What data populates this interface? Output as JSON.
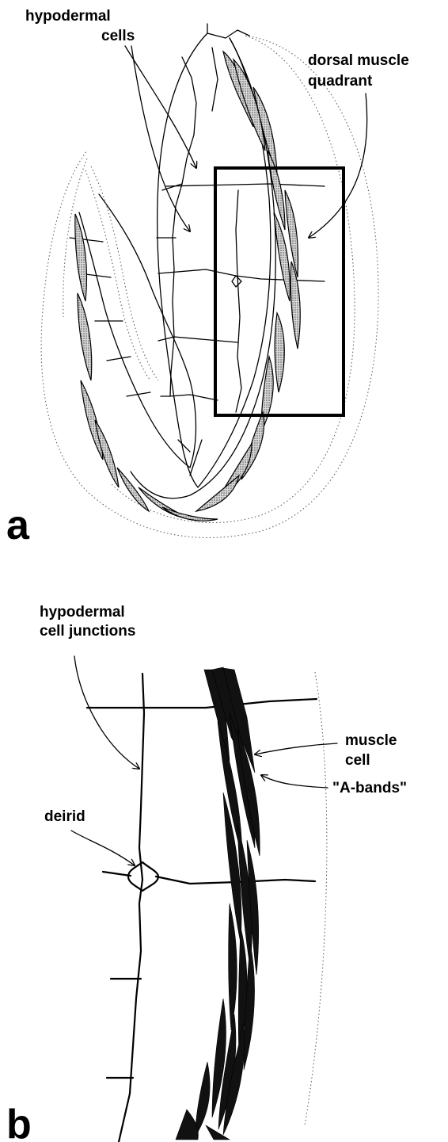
{
  "panel_a": {
    "letter": "a",
    "label_hypodermal_line1": "hypodermal",
    "label_hypodermal_line2": "cells",
    "label_muscle_line1": "dorsal muscle",
    "label_muscle_line2": "quadrant"
  },
  "panel_b": {
    "letter": "b",
    "label_junctions_line1": "hypodermal",
    "label_junctions_line2": "cell junctions",
    "label_deirid": "deirid",
    "label_muscle_line1": "muscle",
    "label_muscle_line2": "cell",
    "label_abands": "\"A-bands\""
  },
  "colors": {
    "ink": "#000000",
    "stipple": "#9a9a9a",
    "background": "#ffffff"
  }
}
